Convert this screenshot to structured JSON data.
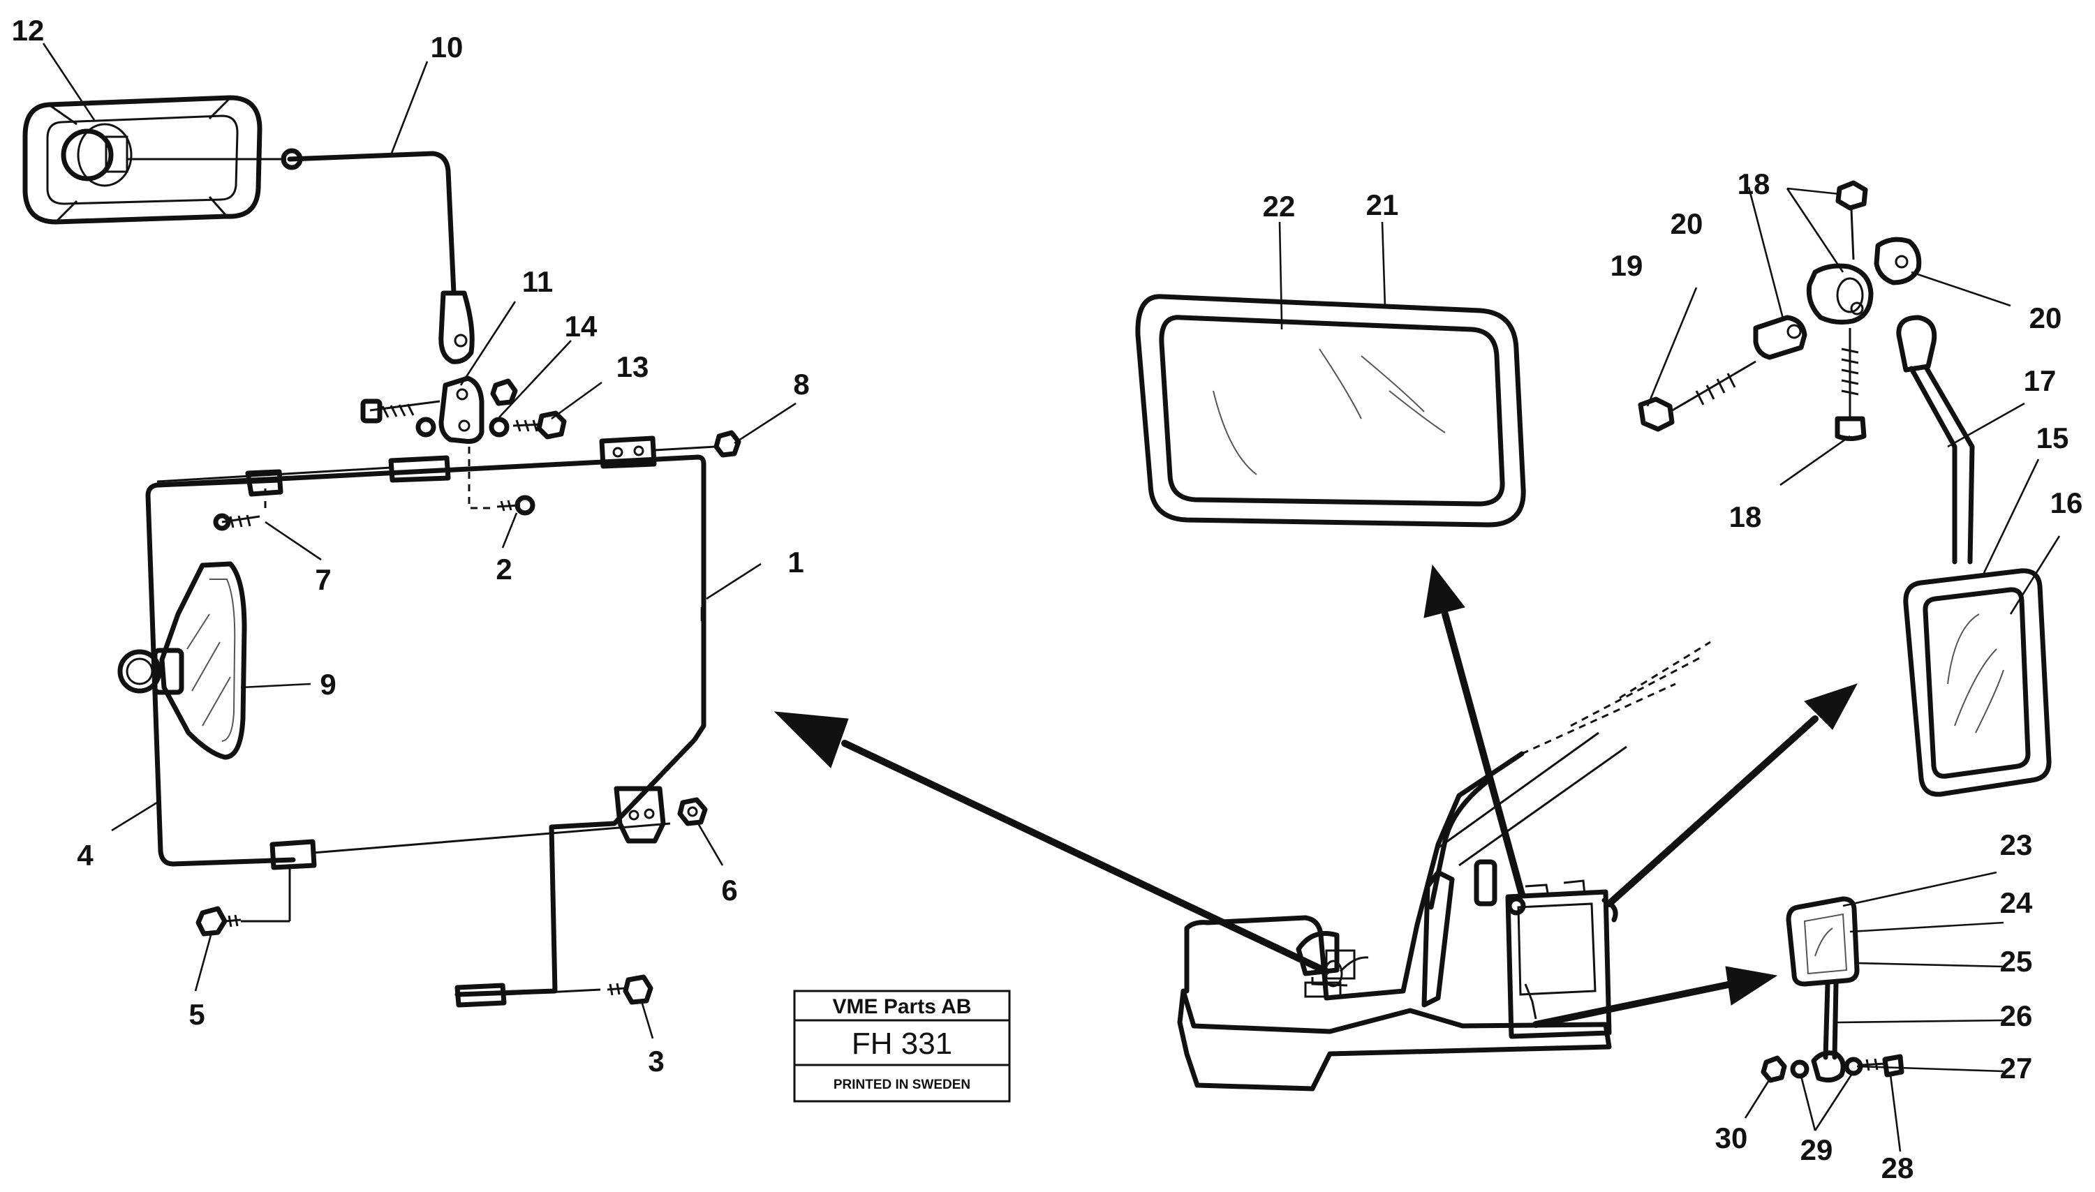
{
  "title_block": {
    "company": "VME Parts AB",
    "code": "FH 331",
    "printed": "PRINTED IN SWEDEN"
  },
  "callouts": {
    "c1": "1",
    "c2": "2",
    "c3": "3",
    "c4": "4",
    "c5": "5",
    "c6": "6",
    "c7": "7",
    "c8": "8",
    "c9": "9",
    "c10": "10",
    "c11": "11",
    "c12": "12",
    "c13": "13",
    "c14": "14",
    "c15": "15",
    "c16": "16",
    "c17": "17",
    "c18a": "18",
    "c18b": "18",
    "c19": "19",
    "c20a": "20",
    "c20b": "20",
    "c21": "21",
    "c22": "22",
    "c23": "23",
    "c24": "24",
    "c25": "25",
    "c26": "26",
    "c27": "27",
    "c28": "28",
    "c29": "29",
    "c30": "30"
  }
}
